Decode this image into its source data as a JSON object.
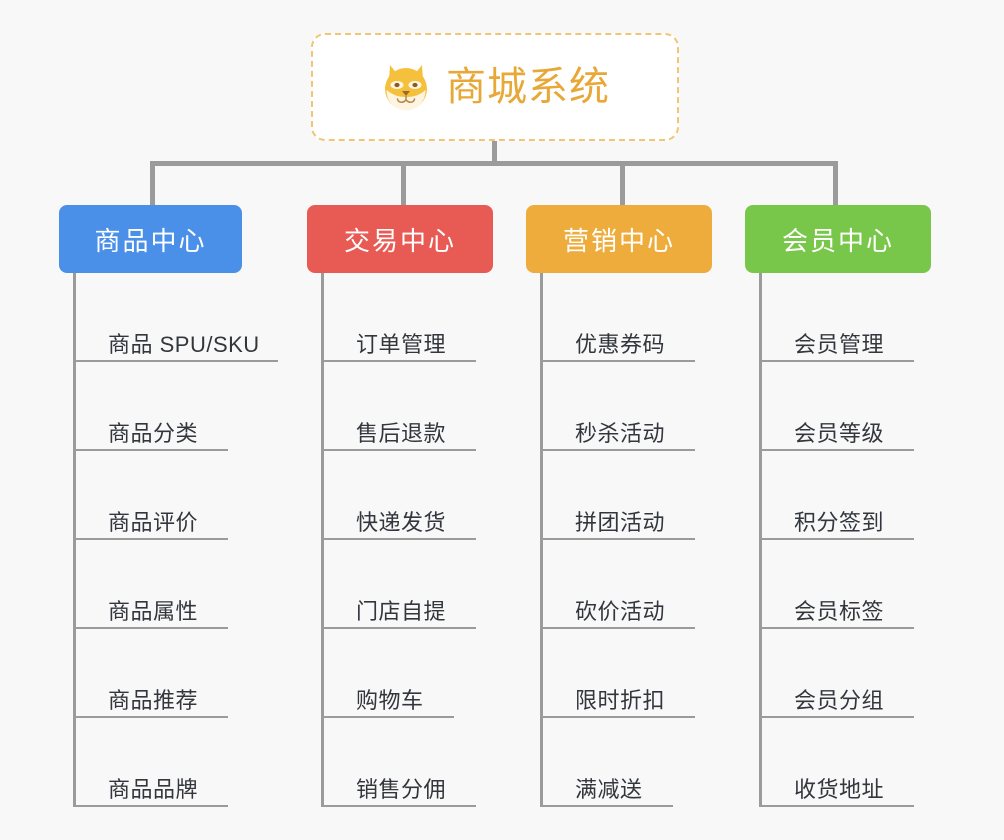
{
  "root": {
    "title": "商城系统",
    "icon": "shiba-dog-icon",
    "text_color": "#e8a838",
    "border_color": "#f0c674",
    "background": "#ffffff"
  },
  "canvas": {
    "background": "#f8f8f8",
    "connector_color": "#9b9b9b"
  },
  "columns": [
    {
      "id": "product-center",
      "label": "商品中心",
      "color": "#4a90e8",
      "items": [
        {
          "label": "商品 SPU/SKU",
          "rule_width": 202
        },
        {
          "label": "商品分类",
          "rule_width": 152
        },
        {
          "label": "商品评价",
          "rule_width": 152
        },
        {
          "label": "商品属性",
          "rule_width": 152
        },
        {
          "label": "商品推荐",
          "rule_width": 152
        },
        {
          "label": "商品品牌",
          "rule_width": 152
        }
      ]
    },
    {
      "id": "trade-center",
      "label": "交易中心",
      "color": "#e85a54",
      "items": [
        {
          "label": "订单管理",
          "rule_width": 152
        },
        {
          "label": "售后退款",
          "rule_width": 152
        },
        {
          "label": "快递发货",
          "rule_width": 152
        },
        {
          "label": "门店自提",
          "rule_width": 152
        },
        {
          "label": "购物车",
          "rule_width": 130
        },
        {
          "label": "销售分佣",
          "rule_width": 152
        }
      ]
    },
    {
      "id": "marketing-center",
      "label": "营销中心",
      "color": "#eeac3c",
      "items": [
        {
          "label": "优惠券码",
          "rule_width": 152
        },
        {
          "label": "秒杀活动",
          "rule_width": 152
        },
        {
          "label": "拼团活动",
          "rule_width": 152
        },
        {
          "label": "砍价活动",
          "rule_width": 152
        },
        {
          "label": "限时折扣",
          "rule_width": 152
        },
        {
          "label": "满减送",
          "rule_width": 130
        }
      ]
    },
    {
      "id": "member-center",
      "label": "会员中心",
      "color": "#79c74a",
      "items": [
        {
          "label": "会员管理",
          "rule_width": 152
        },
        {
          "label": "会员等级",
          "rule_width": 152
        },
        {
          "label": "积分签到",
          "rule_width": 152
        },
        {
          "label": "会员标签",
          "rule_width": 152
        },
        {
          "label": "会员分组",
          "rule_width": 152
        },
        {
          "label": "收货地址",
          "rule_width": 152
        }
      ]
    }
  ]
}
